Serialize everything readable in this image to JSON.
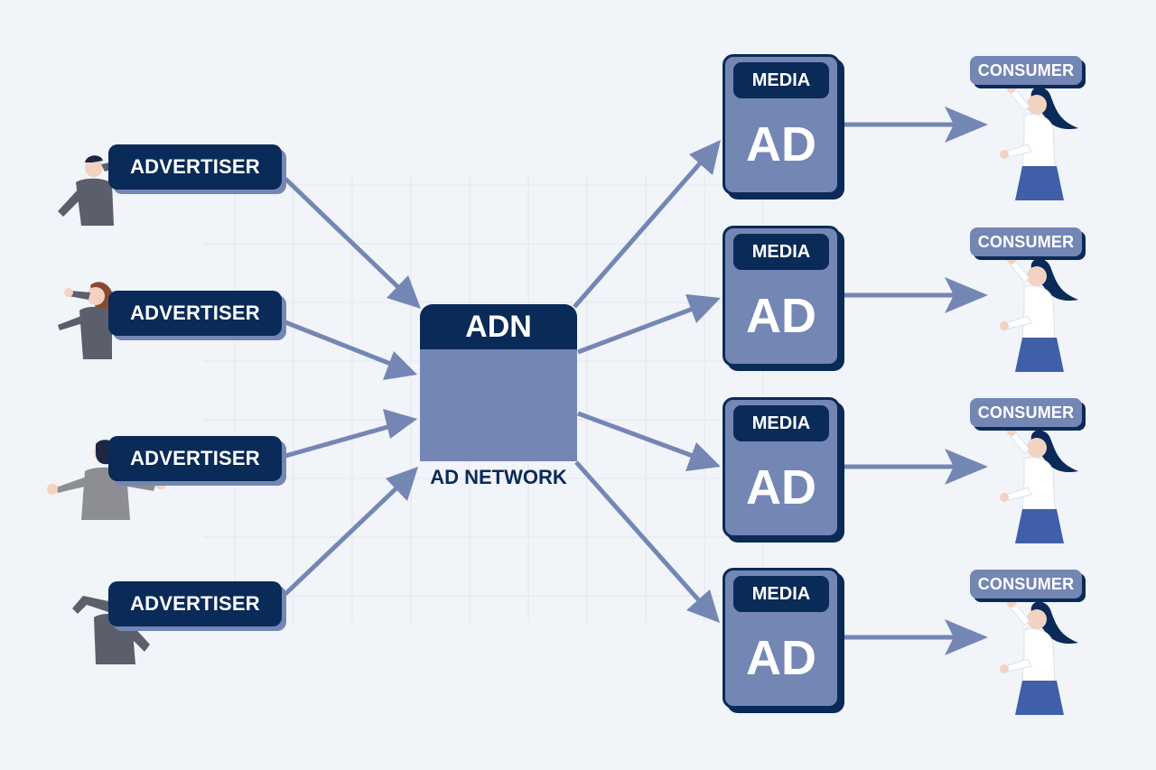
{
  "network": {
    "title": "ADN",
    "caption": "AD NETWORK"
  },
  "advertisers": [
    {
      "label": "ADVERTISER"
    },
    {
      "label": "ADVERTISER"
    },
    {
      "label": "ADVERTISER"
    },
    {
      "label": "ADVERTISER"
    }
  ],
  "media": [
    {
      "tag": "MEDIA",
      "text": "AD"
    },
    {
      "tag": "MEDIA",
      "text": "AD"
    },
    {
      "tag": "MEDIA",
      "text": "AD"
    },
    {
      "tag": "MEDIA",
      "text": "AD"
    }
  ],
  "consumers": [
    {
      "label": "CONSUMER"
    },
    {
      "label": "CONSUMER"
    },
    {
      "label": "CONSUMER"
    },
    {
      "label": "CONSUMER"
    }
  ],
  "colors": {
    "navy": "#0a2a57",
    "steel_blue": "#7486b4",
    "background": "#f1f4f8",
    "skirt_blue": "#3f5fa8"
  },
  "icons": [
    "gear-icon",
    "person-icon"
  ]
}
